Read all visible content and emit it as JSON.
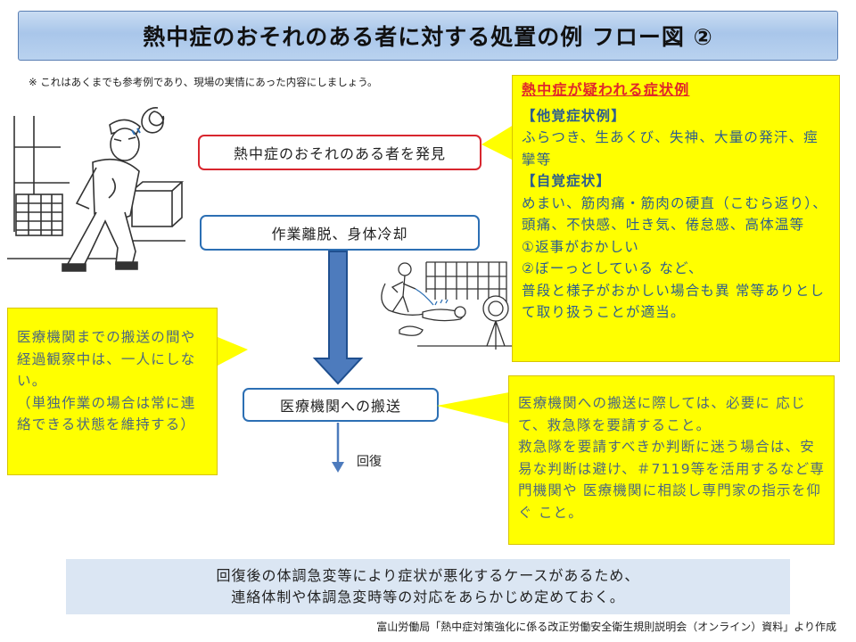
{
  "title": "熱中症のおそれのある者に対する処置の例 フロー図 ②",
  "note": "※ これはあくまでも参考例であり、現場の実情にあった内容にしましょう。",
  "flow": {
    "discover": "熱中症のおそれのある者を発見",
    "evacuate": "作業離脱、身体冷却",
    "transport": "医療機関への搬送",
    "recovery": "回復"
  },
  "symptoms": {
    "title": "熱中症が疑われる症状例",
    "other_heading": "【他覚症状例】",
    "other_text": "ふらつき、生あくび、失神、大量の発汗、痙攣等",
    "self_heading": "【自覚症状】",
    "self_text": "めまい、筋肉痛・筋肉の硬直（こむら返り）、頭痛、不快感、吐き気、倦怠感、高体温等",
    "item1": "①返事がおかしい",
    "item2": "②ぼーっとしている など、",
    "item3": "普段と様子がおかしい場合も異 常等ありとして取り扱うことが適当。"
  },
  "left_callout": {
    "line1": "医療機関までの搬送の間や経過観察中は、一人にしない。",
    "line2": "（単独作業の場合は常に連絡できる状態を維持する）"
  },
  "right_callout": {
    "line1": "医療機関への搬送に際しては、必要に 応じて、救急隊を要請すること。",
    "line2": "救急隊を要請すべきか判断に迷う場合は、安易な判断は避け、＃7119等を活用するなど専門機関や 医療機関に相談し専門家の指示を仰ぐ こと。"
  },
  "bottom_note": {
    "line1": "回復後の体調急変等により症状が悪化するケースがあるため、",
    "line2": "連絡体制や体調急変時等の対応をあらかじめ定めておく。"
  },
  "source": "富山労働局「熱中症対策強化に係る改正労働安全衛生規則説明会（オンライン）資料」より作成",
  "colors": {
    "title_bg": "#a9c6ea",
    "discover_border": "#d8262e",
    "flow_border": "#2c6fb4",
    "callout_bg": "#ffff00",
    "bottom_bg": "#dbe6f3"
  }
}
